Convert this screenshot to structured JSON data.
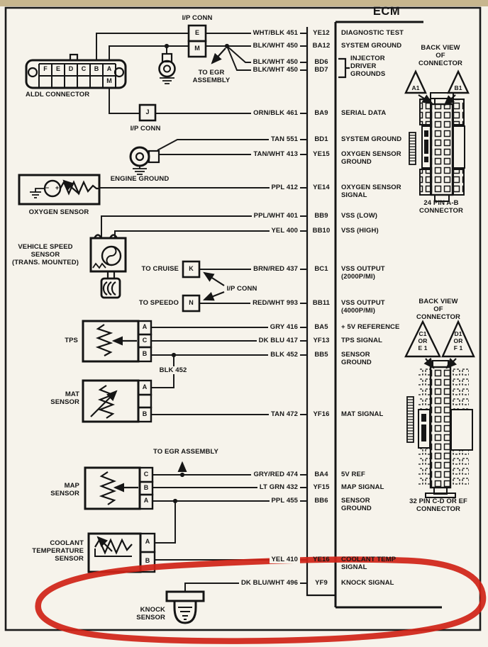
{
  "page": {
    "title": "ECM"
  },
  "rows": [
    {
      "wire": "WHT/BLK 451",
      "pin": "YE12",
      "func": "DIAGNOSTIC TEST"
    },
    {
      "wire": "BLK/WHT 450",
      "pin": "BA12",
      "func": "SYSTEM GROUND"
    },
    {
      "wire": "BLK/WHT 450",
      "pin": "BD6",
      "func": ""
    },
    {
      "wire": "BLK/WHT 450",
      "pin": "BD7",
      "func": ""
    },
    {
      "wire": "ORN/BLK 461",
      "pin": "BA9",
      "func": "SERIAL DATA"
    },
    {
      "wire": "TAN 551",
      "pin": "BD1",
      "func": "SYSTEM GROUND"
    },
    {
      "wire": "TAN/WHT 413",
      "pin": "YE15",
      "func": "OXYGEN SENSOR\nGROUND"
    },
    {
      "wire": "PPL 412",
      "pin": "YE14",
      "func": "OXYGEN SENSOR\nSIGNAL"
    },
    {
      "wire": "PPL/WHT 401",
      "pin": "BB9",
      "func": "VSS (LOW)"
    },
    {
      "wire": "YEL 400",
      "pin": "BB10",
      "func": "VSS (HIGH)"
    },
    {
      "wire": "BRN/RED 437",
      "pin": "BC1",
      "func": "VSS OUTPUT\n(2000P/MI)"
    },
    {
      "wire": "RED/WHT 993",
      "pin": "BB11",
      "func": "VSS OUTPUT\n(4000P/MI)"
    },
    {
      "wire": "GRY 416",
      "pin": "BA5",
      "func": "+ 5V REFERENCE"
    },
    {
      "wire": "DK BLU 417",
      "pin": "YF13",
      "func": "TPS SIGNAL"
    },
    {
      "wire": "BLK 452",
      "pin": "BB5",
      "func": "SENSOR\nGROUND"
    },
    {
      "wire": "TAN 472",
      "pin": "YF16",
      "func": "MAT SIGNAL"
    },
    {
      "wire": "GRY/RED 474",
      "pin": "BA4",
      "func": "5V REF"
    },
    {
      "wire": "LT GRN 432",
      "pin": "YF15",
      "func": "MAP SIGNAL"
    },
    {
      "wire": "PPL 455",
      "pin": "BB6",
      "func": "SENSOR\nGROUND"
    },
    {
      "wire": "YEL 410",
      "pin": "YE16",
      "func": "COOLANT TEMP\nSIGNAL"
    },
    {
      "wire": "DK BLU/WHT 496",
      "pin": "YF9",
      "func": "KNOCK SIGNAL"
    }
  ],
  "injector_group": "INJECTOR\nDRIVER\nGROUNDS",
  "aldl": {
    "label": "ALDL CONNECTOR",
    "pins": [
      "F",
      "E",
      "D",
      "C",
      "B",
      "A"
    ],
    "pin_m": "M"
  },
  "ip_conn_top": {
    "label": "I/P CONN",
    "pin_e": "E",
    "pin_m": "M"
  },
  "to_egr_top": "TO EGR\nASSEMBLY",
  "ip_conn_j": {
    "label": "I/P CONN",
    "pin_j": "J"
  },
  "engine_ground": "ENGINE GROUND",
  "oxygen": {
    "label": "OXYGEN SENSOR",
    "minus": "−",
    "plus": "+"
  },
  "vss": {
    "label": "VEHICLE SPEED\nSENSOR\n(TRANS. MOUNTED)"
  },
  "cruise": {
    "label": "TO CRUISE",
    "pin_k": "K"
  },
  "ip_conn_mid": "I/P CONN",
  "speedo": {
    "label": "TO SPEEDO",
    "pin_n": "N"
  },
  "tps": {
    "label": "TPS",
    "pins": [
      "A",
      "C",
      "B"
    ]
  },
  "blk452": "BLK 452",
  "mat": {
    "label": "MAT\nSENSOR",
    "pins": [
      "A",
      "B"
    ]
  },
  "to_egr_bottom": "TO EGR ASSEMBLY",
  "map": {
    "label": "MAP\nSENSOR",
    "pins": [
      "C",
      "B",
      "A"
    ]
  },
  "coolant": {
    "label": "COOLANT\nTEMPERATURE\nSENSOR",
    "pins": [
      "A",
      "B"
    ]
  },
  "knock": {
    "label": "KNOCK\nSENSOR"
  },
  "conn24": {
    "back_view": "BACK VIEW\nOF\nCONNECTOR",
    "tri_a": "A1",
    "tri_b": "B1",
    "caption": "24 PIN  A-B\nCONNECTOR"
  },
  "conn32": {
    "back_view": "BACK VIEW\nOF\nCONNECTOR",
    "tri_left": "C1\nOR\nE 1",
    "tri_right": "D1\nOR\nF 1",
    "caption": "32  PIN C-D OR EF\nCONNECTOR"
  },
  "colors": {
    "annotation": "#d02418",
    "ink": "#161616",
    "paper": "#f6f3eb",
    "scan_strip": "#c7b68e"
  }
}
